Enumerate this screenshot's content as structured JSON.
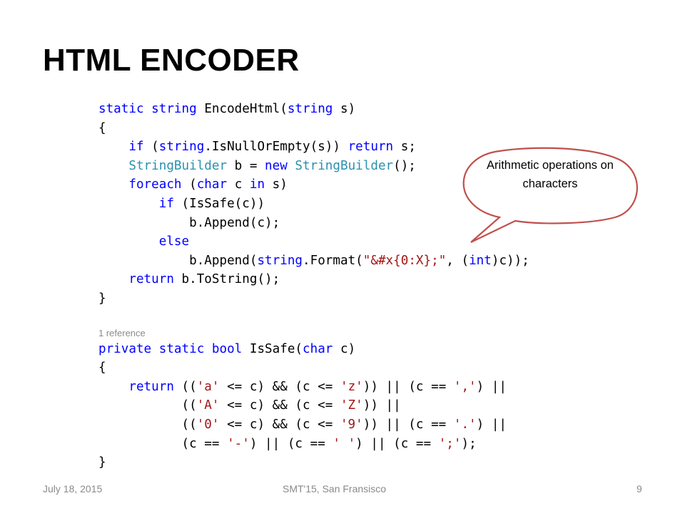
{
  "slide": {
    "title": "HTML ENCODER",
    "callout": "Arithmetic operations on characters",
    "footer": {
      "date": "July 18, 2015",
      "center": "SMT'15, San Fransisco",
      "page": "9"
    },
    "code_lines": [
      [
        {
          "c": "kw",
          "t": "static "
        },
        {
          "c": "kw",
          "t": "string "
        },
        {
          "c": "",
          "t": "EncodeHtml("
        },
        {
          "c": "kw",
          "t": "string "
        },
        {
          "c": "",
          "t": "s)"
        }
      ],
      [
        {
          "c": "",
          "t": "{"
        }
      ],
      [
        {
          "c": "",
          "t": "    "
        },
        {
          "c": "kw",
          "t": "if "
        },
        {
          "c": "",
          "t": "("
        },
        {
          "c": "kw",
          "t": "string"
        },
        {
          "c": "",
          "t": ".IsNullOrEmpty(s)) "
        },
        {
          "c": "kw",
          "t": "return "
        },
        {
          "c": "",
          "t": "s;"
        }
      ],
      [
        {
          "c": "",
          "t": "    "
        },
        {
          "c": "ty",
          "t": "StringBuilder "
        },
        {
          "c": "",
          "t": "b = "
        },
        {
          "c": "kw",
          "t": "new "
        },
        {
          "c": "ty",
          "t": "StringBuilder"
        },
        {
          "c": "",
          "t": "();"
        }
      ],
      [
        {
          "c": "",
          "t": "    "
        },
        {
          "c": "kw",
          "t": "foreach "
        },
        {
          "c": "",
          "t": "("
        },
        {
          "c": "kw",
          "t": "char "
        },
        {
          "c": "",
          "t": "c "
        },
        {
          "c": "kw",
          "t": "in "
        },
        {
          "c": "",
          "t": "s)"
        }
      ],
      [
        {
          "c": "",
          "t": "        "
        },
        {
          "c": "kw",
          "t": "if "
        },
        {
          "c": "",
          "t": "(IsSafe(c))"
        }
      ],
      [
        {
          "c": "",
          "t": "            b.Append(c);"
        }
      ],
      [
        {
          "c": "",
          "t": "        "
        },
        {
          "c": "kw",
          "t": "else"
        }
      ],
      [
        {
          "c": "",
          "t": "            b.Append("
        },
        {
          "c": "kw",
          "t": "string"
        },
        {
          "c": "",
          "t": ".Format("
        },
        {
          "c": "st",
          "t": "\"&#x{0:X};\""
        },
        {
          "c": "",
          "t": ", ("
        },
        {
          "c": "kw",
          "t": "int"
        },
        {
          "c": "",
          "t": ")c));"
        }
      ],
      [
        {
          "c": "",
          "t": "    "
        },
        {
          "c": "kw",
          "t": "return "
        },
        {
          "c": "",
          "t": "b.ToString();"
        }
      ],
      [
        {
          "c": "",
          "t": "}"
        }
      ],
      [
        {
          "c": "",
          "t": " "
        }
      ],
      [
        {
          "c": "ref",
          "t": "1 reference"
        }
      ],
      [
        {
          "c": "kw",
          "t": "private "
        },
        {
          "c": "kw",
          "t": "static "
        },
        {
          "c": "kw",
          "t": "bool "
        },
        {
          "c": "",
          "t": "IsSafe("
        },
        {
          "c": "kw",
          "t": "char "
        },
        {
          "c": "",
          "t": "c)"
        }
      ],
      [
        {
          "c": "",
          "t": "{"
        }
      ],
      [
        {
          "c": "",
          "t": "    "
        },
        {
          "c": "kw",
          "t": "return "
        },
        {
          "c": "",
          "t": "(("
        },
        {
          "c": "st",
          "t": "'a'"
        },
        {
          "c": "",
          "t": " <= c) && (c <= "
        },
        {
          "c": "st",
          "t": "'z'"
        },
        {
          "c": "",
          "t": ")) || (c == "
        },
        {
          "c": "st",
          "t": "','"
        },
        {
          "c": "",
          "t": ") ||"
        }
      ],
      [
        {
          "c": "",
          "t": "           (("
        },
        {
          "c": "st",
          "t": "'A'"
        },
        {
          "c": "",
          "t": " <= c) && (c <= "
        },
        {
          "c": "st",
          "t": "'Z'"
        },
        {
          "c": "",
          "t": ")) ||"
        }
      ],
      [
        {
          "c": "",
          "t": "           (("
        },
        {
          "c": "st",
          "t": "'0'"
        },
        {
          "c": "",
          "t": " <= c) && (c <= "
        },
        {
          "c": "st",
          "t": "'9'"
        },
        {
          "c": "",
          "t": ")) || (c == "
        },
        {
          "c": "st",
          "t": "'.'"
        },
        {
          "c": "",
          "t": ") ||"
        }
      ],
      [
        {
          "c": "",
          "t": "           (c == "
        },
        {
          "c": "st",
          "t": "'-'"
        },
        {
          "c": "",
          "t": ") || (c == "
        },
        {
          "c": "st",
          "t": "' '"
        },
        {
          "c": "",
          "t": ") || (c == "
        },
        {
          "c": "st",
          "t": "';'"
        },
        {
          "c": "",
          "t": ");"
        }
      ],
      [
        {
          "c": "",
          "t": "}"
        }
      ]
    ],
    "colors": {
      "keyword": "#0000ff",
      "type": "#2b91af",
      "string": "#a31515",
      "callout_border": "#c0504d"
    }
  }
}
